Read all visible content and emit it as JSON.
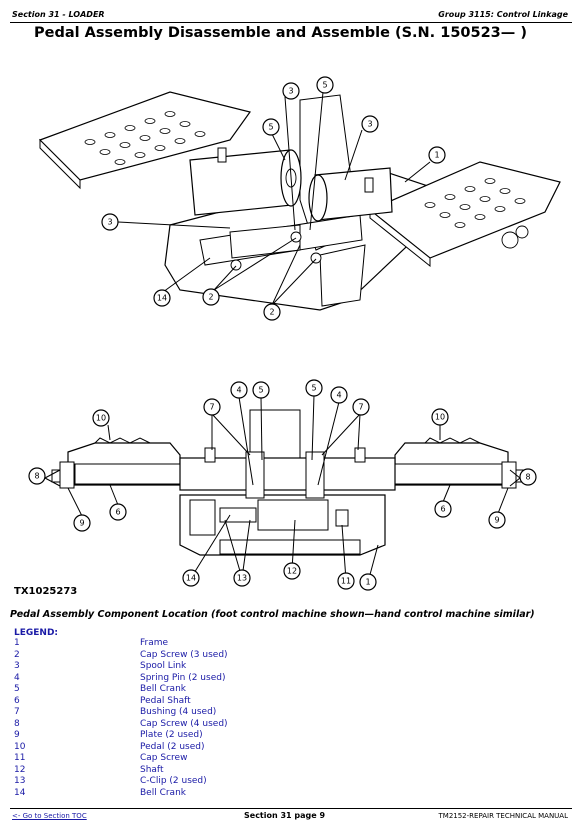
{
  "header": {
    "section": "Section 31 - LOADER",
    "group": "Group 3115: Control Linkage"
  },
  "title": "Pedal Assembly Disassemble and Assemble (S.N. 150523— )",
  "figure_id": "TX1025273",
  "caption": "Pedal Assembly Component Location (foot control machine shown—hand control machine similar)",
  "legend": {
    "title": "LEGEND:",
    "items": [
      {
        "num": "1",
        "label": "Frame"
      },
      {
        "num": "2",
        "label": "Cap Screw (3 used)"
      },
      {
        "num": "3",
        "label": "Spool Link"
      },
      {
        "num": "4",
        "label": "Spring Pin (2 used)"
      },
      {
        "num": "5",
        "label": "Bell Crank"
      },
      {
        "num": "6",
        "label": "Pedal Shaft"
      },
      {
        "num": "7",
        "label": "Bushing (4 used)"
      },
      {
        "num": "8",
        "label": "Cap Screw (4 used)"
      },
      {
        "num": "9",
        "label": "Plate (2 used)"
      },
      {
        "num": "10",
        "label": "Pedal (2 used)"
      },
      {
        "num": "11",
        "label": "Cap Screw"
      },
      {
        "num": "12",
        "label": "Shaft"
      },
      {
        "num": "13",
        "label": "C-Clip (2 used)"
      },
      {
        "num": "14",
        "label": "Bell Crank"
      }
    ]
  },
  "footer": {
    "toc_link": "<- Go to Section TOC",
    "page": "Section 31 page 9",
    "manual": "TM2152-REPAIR TECHNICAL MANUAL"
  },
  "callouts": {
    "c1": "1",
    "c2": "2",
    "c3": "3",
    "c4": "4",
    "c5": "5",
    "c6": "6",
    "c7": "7",
    "c8": "8",
    "c9": "9",
    "c10": "10",
    "c11": "11",
    "c12": "12",
    "c13": "13",
    "c14": "14"
  }
}
